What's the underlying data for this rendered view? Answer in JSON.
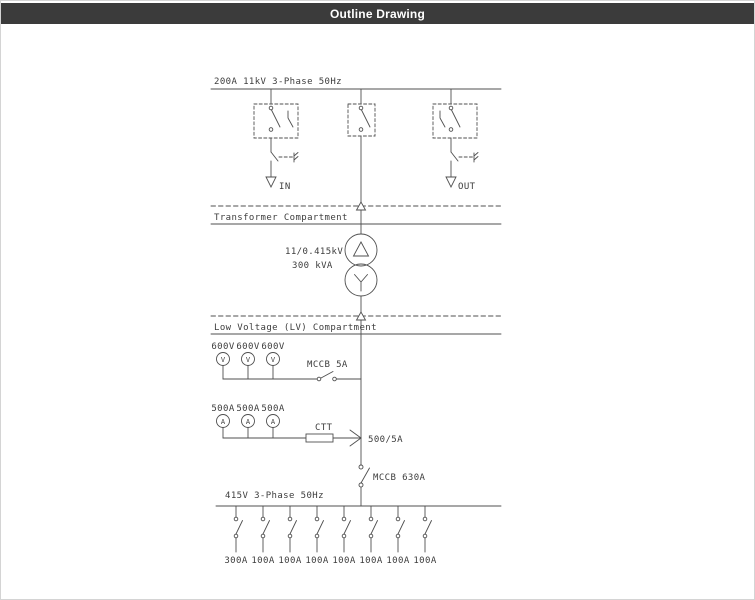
{
  "header": {
    "title": "Outline Drawing"
  },
  "hv": {
    "rating": "200A 11kV 3-Phase 50Hz",
    "in_label": "IN",
    "out_label": "OUT"
  },
  "transformer": {
    "compartment_label": "Transformer Compartment",
    "ratio": "11/0.415kV",
    "power": "300 kVA"
  },
  "lv": {
    "compartment_label": "Low Voltage (LV) Compartment",
    "voltmeter_letter": "V",
    "voltmeter_labels": [
      "600V",
      "600V",
      "600V"
    ],
    "mccb5_label": "MCCB 5A",
    "ammeter_letter": "A",
    "ammeter_labels": [
      "500A",
      "500A",
      "500A"
    ],
    "ctt_label": "CTT",
    "ct_ratio": "500/5A",
    "mccb630_label": "MCCB 630A"
  },
  "outgoing": {
    "rating": "415V 3-Phase 50Hz",
    "feeder_labels": [
      "300A",
      "100A",
      "100A",
      "100A",
      "100A",
      "100A",
      "100A",
      "100A"
    ]
  }
}
